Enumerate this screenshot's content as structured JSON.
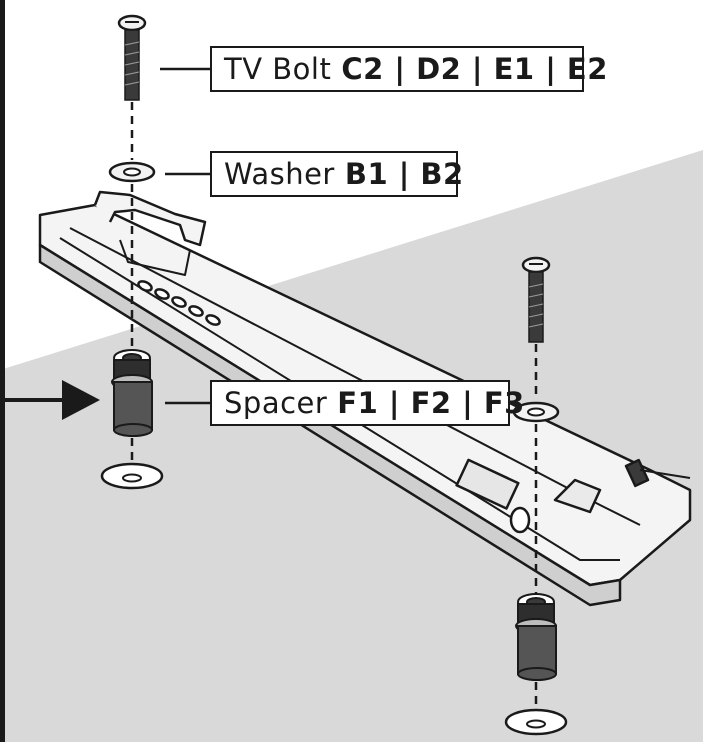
{
  "callouts": {
    "tv_bolt": {
      "name": "TV Bolt",
      "codes": "C2 | D2 | E1 | E2"
    },
    "washer": {
      "name": "Washer",
      "codes": "B1 | B2"
    },
    "spacer": {
      "name": "Spacer",
      "codes": "F1 | F2 | F3"
    }
  },
  "colors": {
    "ink": "#1a1a1a",
    "floor": "#d9d9d9",
    "background": "#ffffff",
    "part_dark": "#3a3a3a",
    "part_light": "#f2f2f2"
  }
}
